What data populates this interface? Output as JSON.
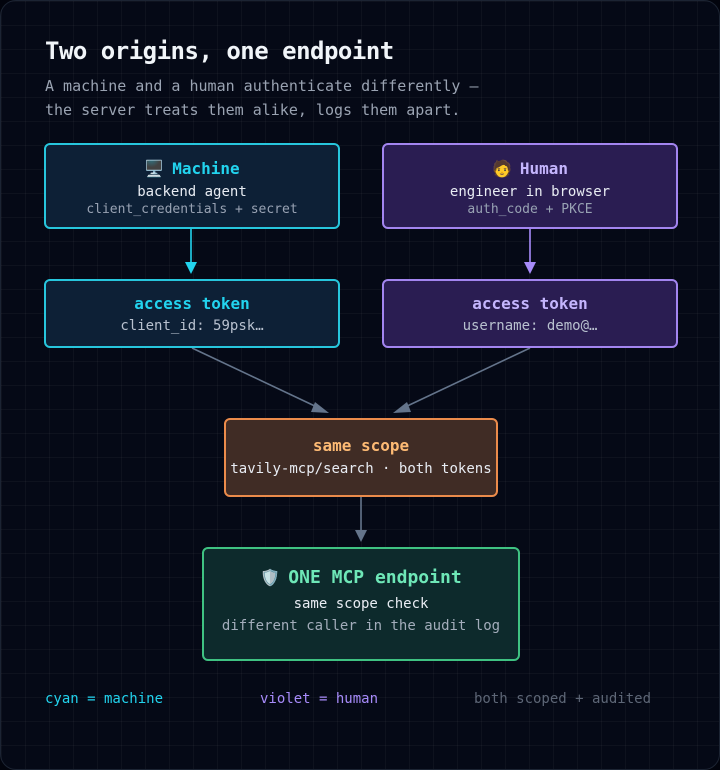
{
  "title": "Two origins, one endpoint",
  "subtitle": {
    "line1": "A machine and a human authenticate differently —",
    "line2": "the server treats them alike, logs them apart."
  },
  "machine": {
    "icon": "desktop-computer-emoji",
    "icon_glyph": "🖥️",
    "label": "Machine",
    "role": "backend agent",
    "grant": "client_credentials + secret"
  },
  "human": {
    "icon": "person-emoji",
    "icon_glyph": "🧑",
    "label": "Human",
    "role": "engineer in browser",
    "grant": "auth_code + PKCE"
  },
  "machine_token": {
    "label": "access token",
    "detail": "client_id: 59psk…"
  },
  "human_token": {
    "label": "access token",
    "detail": "username: demo@…"
  },
  "scope": {
    "label": "same scope",
    "detail": "tavily-mcp/search · both tokens"
  },
  "endpoint": {
    "icon": "shield-emoji",
    "icon_glyph": "🛡️",
    "label": "ONE MCP endpoint",
    "line1": "same scope check",
    "line2": "different caller in the audit log"
  },
  "legend": {
    "cyan": "cyan = machine",
    "violet": "violet = human",
    "note": "both scoped + audited"
  },
  "colors": {
    "machine": "#22d3ee",
    "human": "#a78bfa",
    "scope": "#fdba74",
    "endpoint": "#6ee7b7",
    "arrow": "#64748b"
  }
}
